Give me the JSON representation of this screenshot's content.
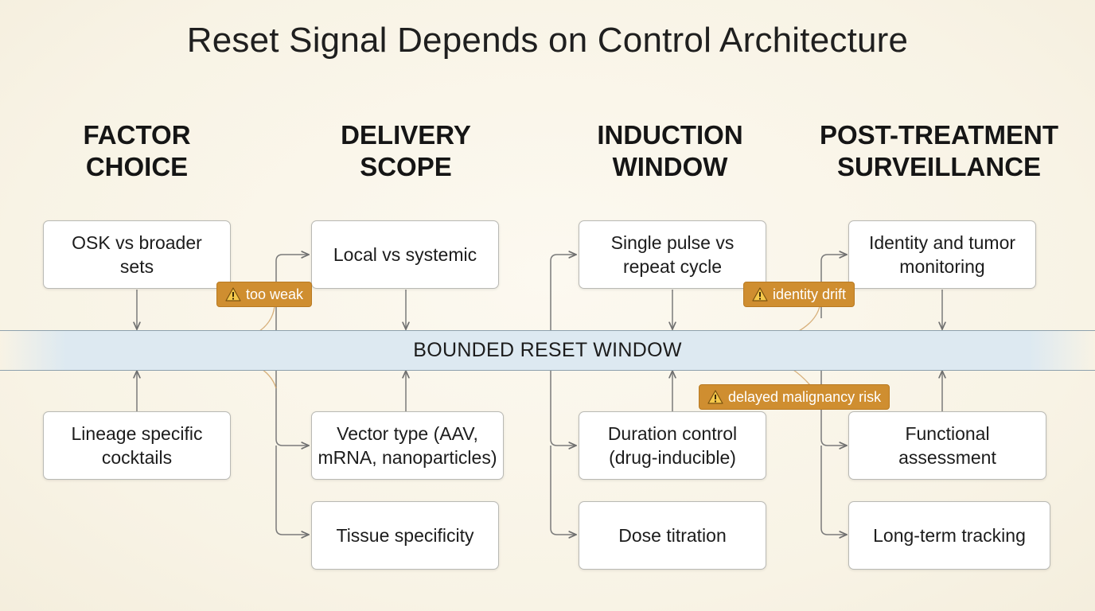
{
  "title": "Reset Signal Depends on Control Architecture",
  "columns": [
    {
      "heading": [
        "FACTOR",
        "CHOICE"
      ]
    },
    {
      "heading": [
        "DELIVERY",
        "SCOPE"
      ]
    },
    {
      "heading": [
        "INDUCTION",
        "WINDOW"
      ]
    },
    {
      "heading": [
        "POST-TREATMENT",
        "SURVEILLANCE"
      ]
    }
  ],
  "boxes": {
    "factor_top": "OSK vs broader sets",
    "factor_bottom": "Lineage specific cocktails",
    "delivery_top": "Local vs systemic",
    "delivery_vector": "Vector type (AAV, mRNA, nanoparticles)",
    "delivery_tissue": "Tissue specificity",
    "induction_top": "Single pulse vs repeat cycle",
    "induction_duration": "Duration control (drug-inducible)",
    "induction_dose": "Dose titration",
    "surveillance_top": "Identity and tumor monitoring",
    "surveillance_functional": "Functional assessment",
    "surveillance_longterm": "Long-term tracking"
  },
  "band": "BOUNDED RESET WINDOW",
  "warnings": {
    "too_weak": "too weak",
    "identity_drift": "identity drift",
    "malignancy": "delayed malignancy risk"
  },
  "colors": {
    "warning": "#cf8e30",
    "band": "#dde9f1",
    "connector": "#7a7a7a",
    "signal_curve": "#d1a468"
  },
  "icons": {
    "warning": "warning-triangle-icon"
  }
}
